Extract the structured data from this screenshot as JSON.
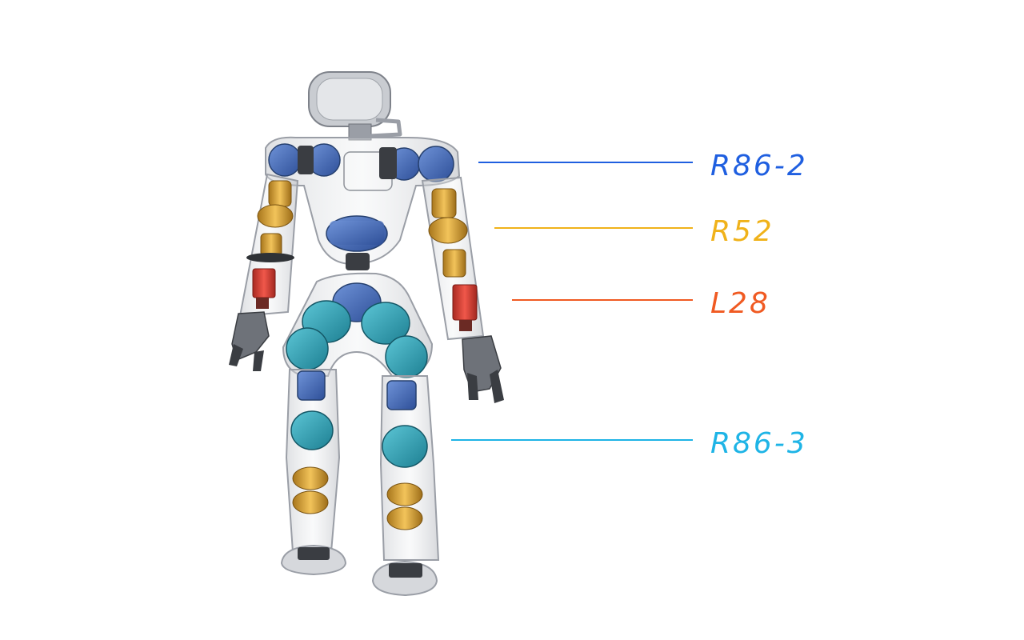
{
  "figure": {
    "subject": "humanoid robot with transparent shell showing actuators"
  },
  "callouts": [
    {
      "id": "r86-2",
      "label": "R86-2",
      "color": "#1f5fe0",
      "part_color": "#3d66b8"
    },
    {
      "id": "r52",
      "label": "R52",
      "color": "#f0b21a",
      "part_color": "#d9a137"
    },
    {
      "id": "l28",
      "label": "L28",
      "color": "#f05a22",
      "part_color": "#e2473a"
    },
    {
      "id": "r86-3",
      "label": "R86-3",
      "color": "#1eb4e6",
      "part_color": "#2fa7bd"
    }
  ],
  "colors": {
    "shell": "#d6d8dc",
    "shell_stroke": "#9a9ea6",
    "dark_part": "#3a3d42"
  }
}
